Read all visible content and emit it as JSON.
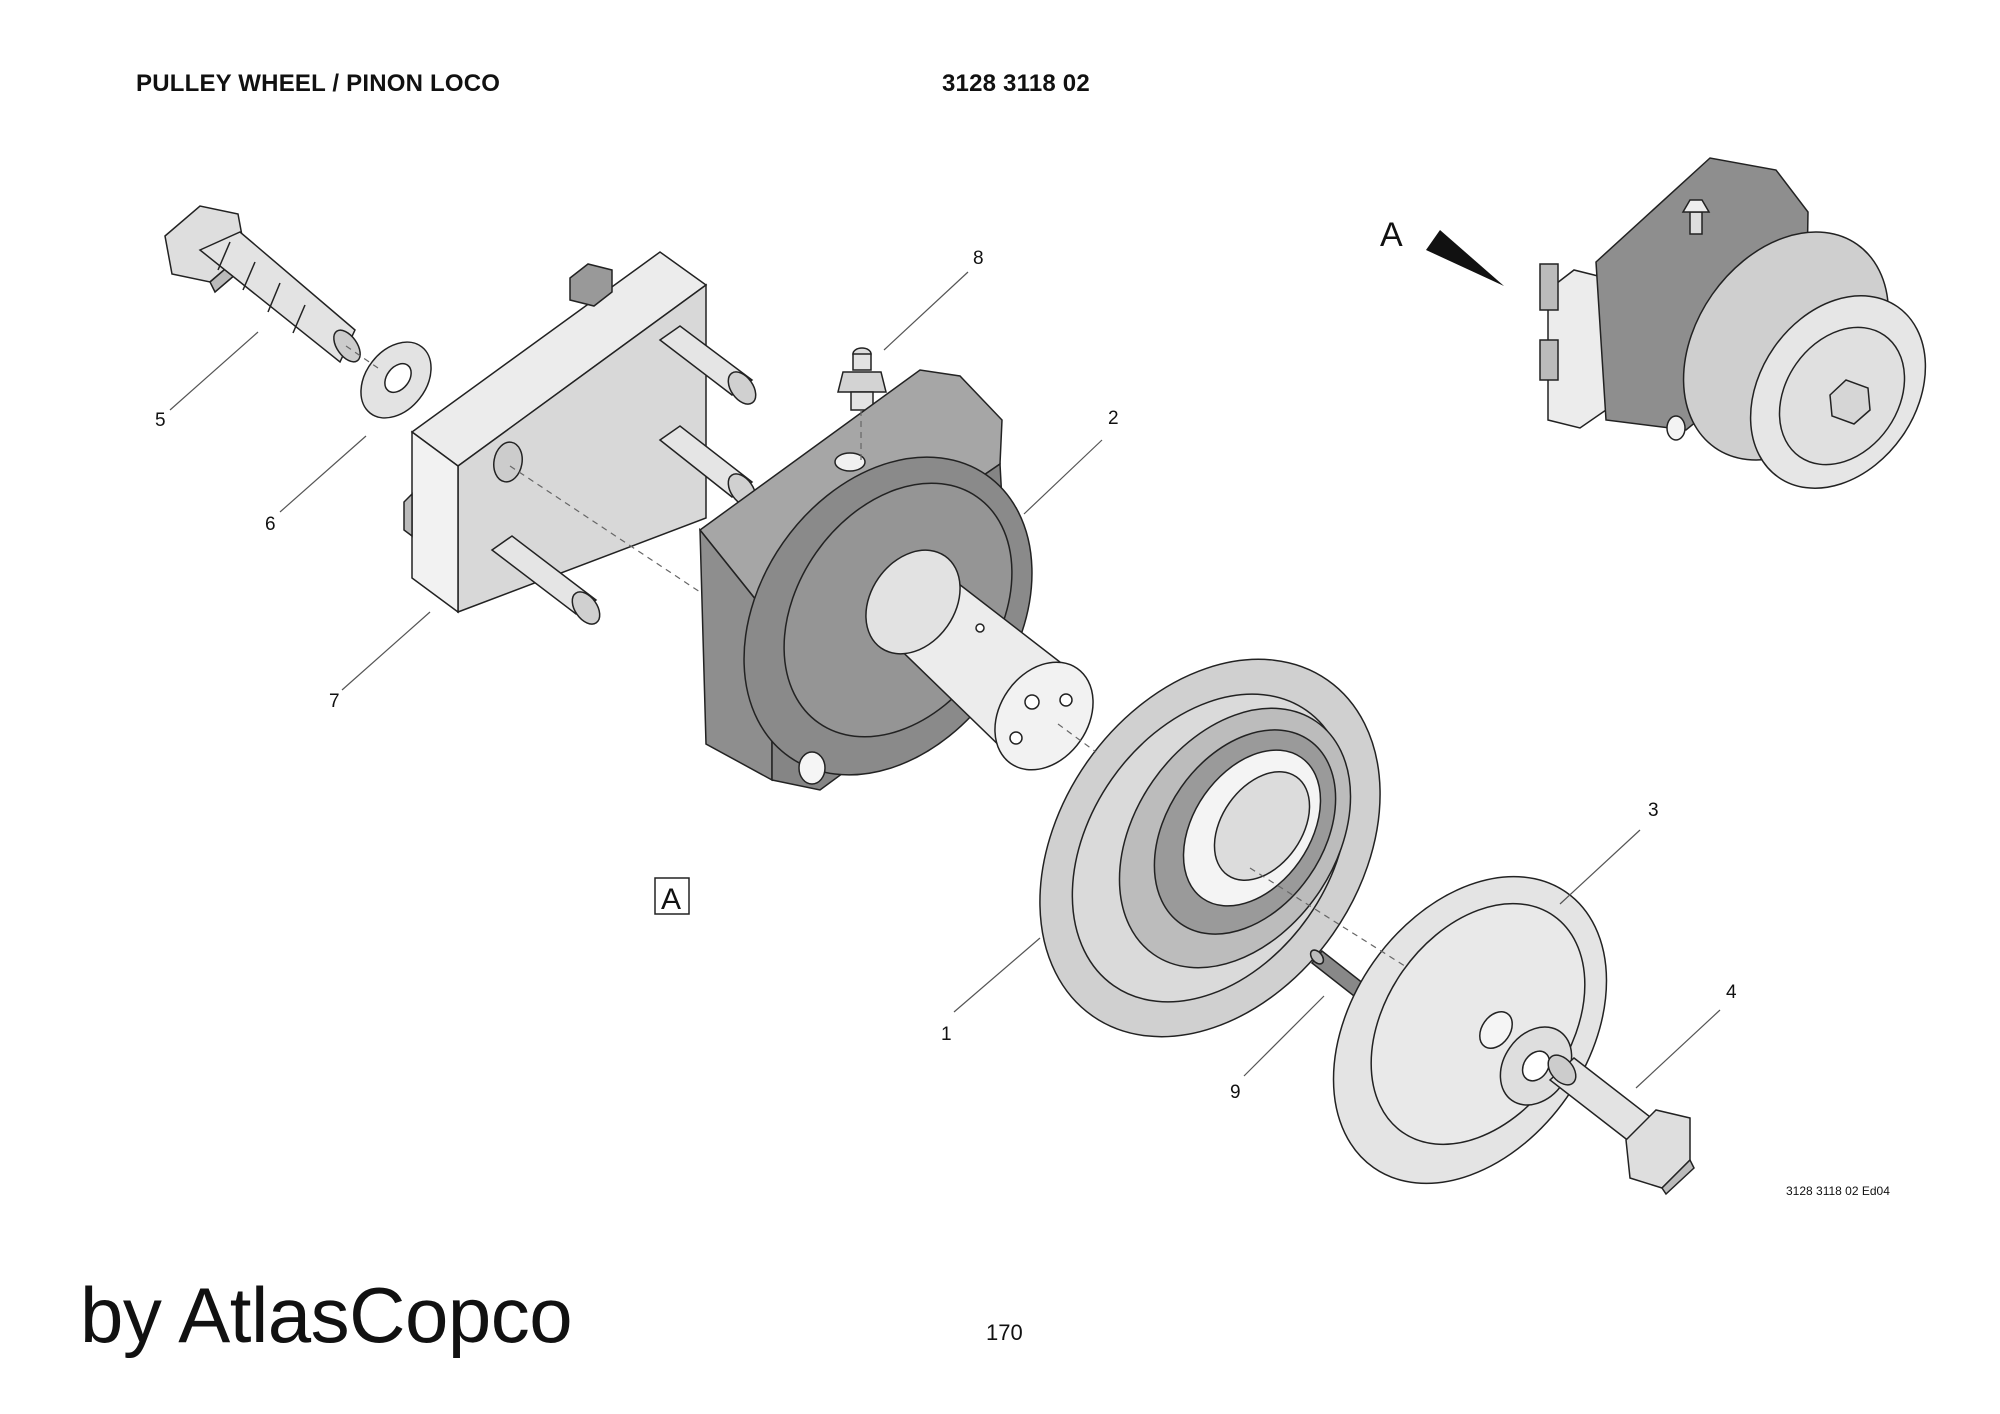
{
  "header": {
    "title": "PULLEY WHEEL / PINON LOCO",
    "document_number": "3128 3118 02"
  },
  "callouts": [
    {
      "id": "1",
      "label": "1"
    },
    {
      "id": "2",
      "label": "2"
    },
    {
      "id": "3",
      "label": "3"
    },
    {
      "id": "4",
      "label": "4"
    },
    {
      "id": "5",
      "label": "5"
    },
    {
      "id": "6",
      "label": "6"
    },
    {
      "id": "7",
      "label": "7"
    },
    {
      "id": "8",
      "label": "8"
    },
    {
      "id": "9",
      "label": "9"
    }
  ],
  "view_marker": {
    "arrow_label": "A",
    "box_label": "A"
  },
  "footer": {
    "edition": "3128 3118 02 Ed04",
    "brand": "by AtlasCopco",
    "page_number": "170"
  },
  "colors": {
    "dark_part": "#8c8c8c",
    "light_part": "#e6e6e6",
    "outline": "#222222",
    "leader_line": "#555555"
  }
}
